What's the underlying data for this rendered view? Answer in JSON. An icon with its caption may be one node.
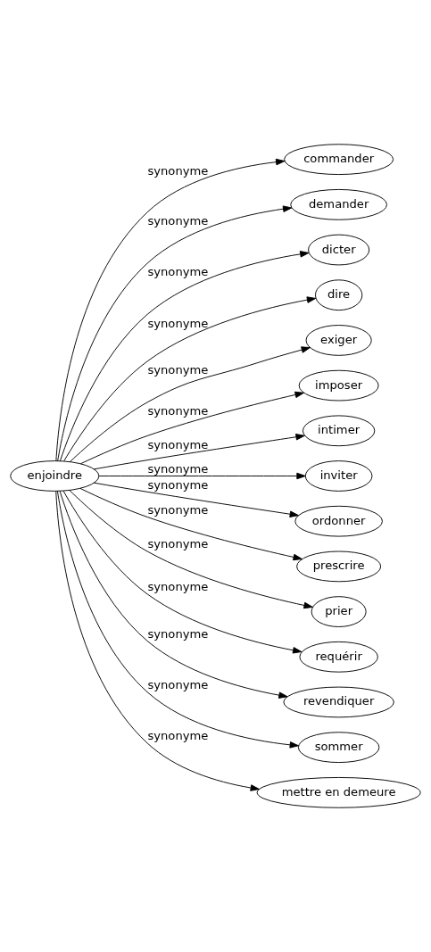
{
  "diagram": {
    "nodes": [
      {
        "text": [
          "enjoindre"
        ]
      },
      {
        "text": [
          "commander"
        ]
      },
      {
        "text": [
          "demander"
        ]
      },
      {
        "text": [
          "dicter"
        ]
      },
      {
        "text": [
          "dire"
        ]
      },
      {
        "text": [
          "exiger"
        ]
      },
      {
        "text": [
          "imposer"
        ]
      },
      {
        "text": [
          "intimer"
        ]
      },
      {
        "text": [
          "inviter"
        ]
      },
      {
        "text": [
          "ordonner"
        ]
      },
      {
        "text": [
          "prescrire"
        ]
      },
      {
        "text": [
          "prier"
        ]
      },
      {
        "text": [
          "requérir"
        ]
      },
      {
        "text": [
          "revendiquer"
        ]
      },
      {
        "text": [
          "sommer"
        ]
      },
      {
        "text": [
          "mettre en demeure"
        ]
      }
    ],
    "edges": [
      {
        "from": 0,
        "to": 1,
        "arrow": "to",
        "label": "synonyme"
      },
      {
        "from": 0,
        "to": 2,
        "arrow": "to",
        "label": "synonyme"
      },
      {
        "from": 0,
        "to": 3,
        "arrow": "to",
        "label": "synonyme"
      },
      {
        "from": 0,
        "to": 4,
        "arrow": "to",
        "label": "synonyme"
      },
      {
        "from": 0,
        "to": 5,
        "arrow": "to",
        "label": "synonyme"
      },
      {
        "from": 0,
        "to": 6,
        "arrow": "to",
        "label": "synonyme"
      },
      {
        "from": 0,
        "to": 7,
        "arrow": "to",
        "label": "synonyme"
      },
      {
        "from": 0,
        "to": 8,
        "arrow": "to",
        "label": "synonyme"
      },
      {
        "from": 0,
        "to": 9,
        "arrow": "to",
        "label": "synonyme"
      },
      {
        "from": 0,
        "to": 10,
        "arrow": "to",
        "label": "synonyme"
      },
      {
        "from": 0,
        "to": 11,
        "arrow": "to",
        "label": "synonyme"
      },
      {
        "from": 0,
        "to": 12,
        "arrow": "to",
        "label": "synonyme"
      },
      {
        "from": 0,
        "to": 13,
        "arrow": "to",
        "label": "synonyme"
      },
      {
        "from": 0,
        "to": 14,
        "arrow": "to",
        "label": "synonyme"
      },
      {
        "from": 0,
        "to": 15,
        "arrow": "to",
        "label": "synonyme"
      }
    ]
  }
}
